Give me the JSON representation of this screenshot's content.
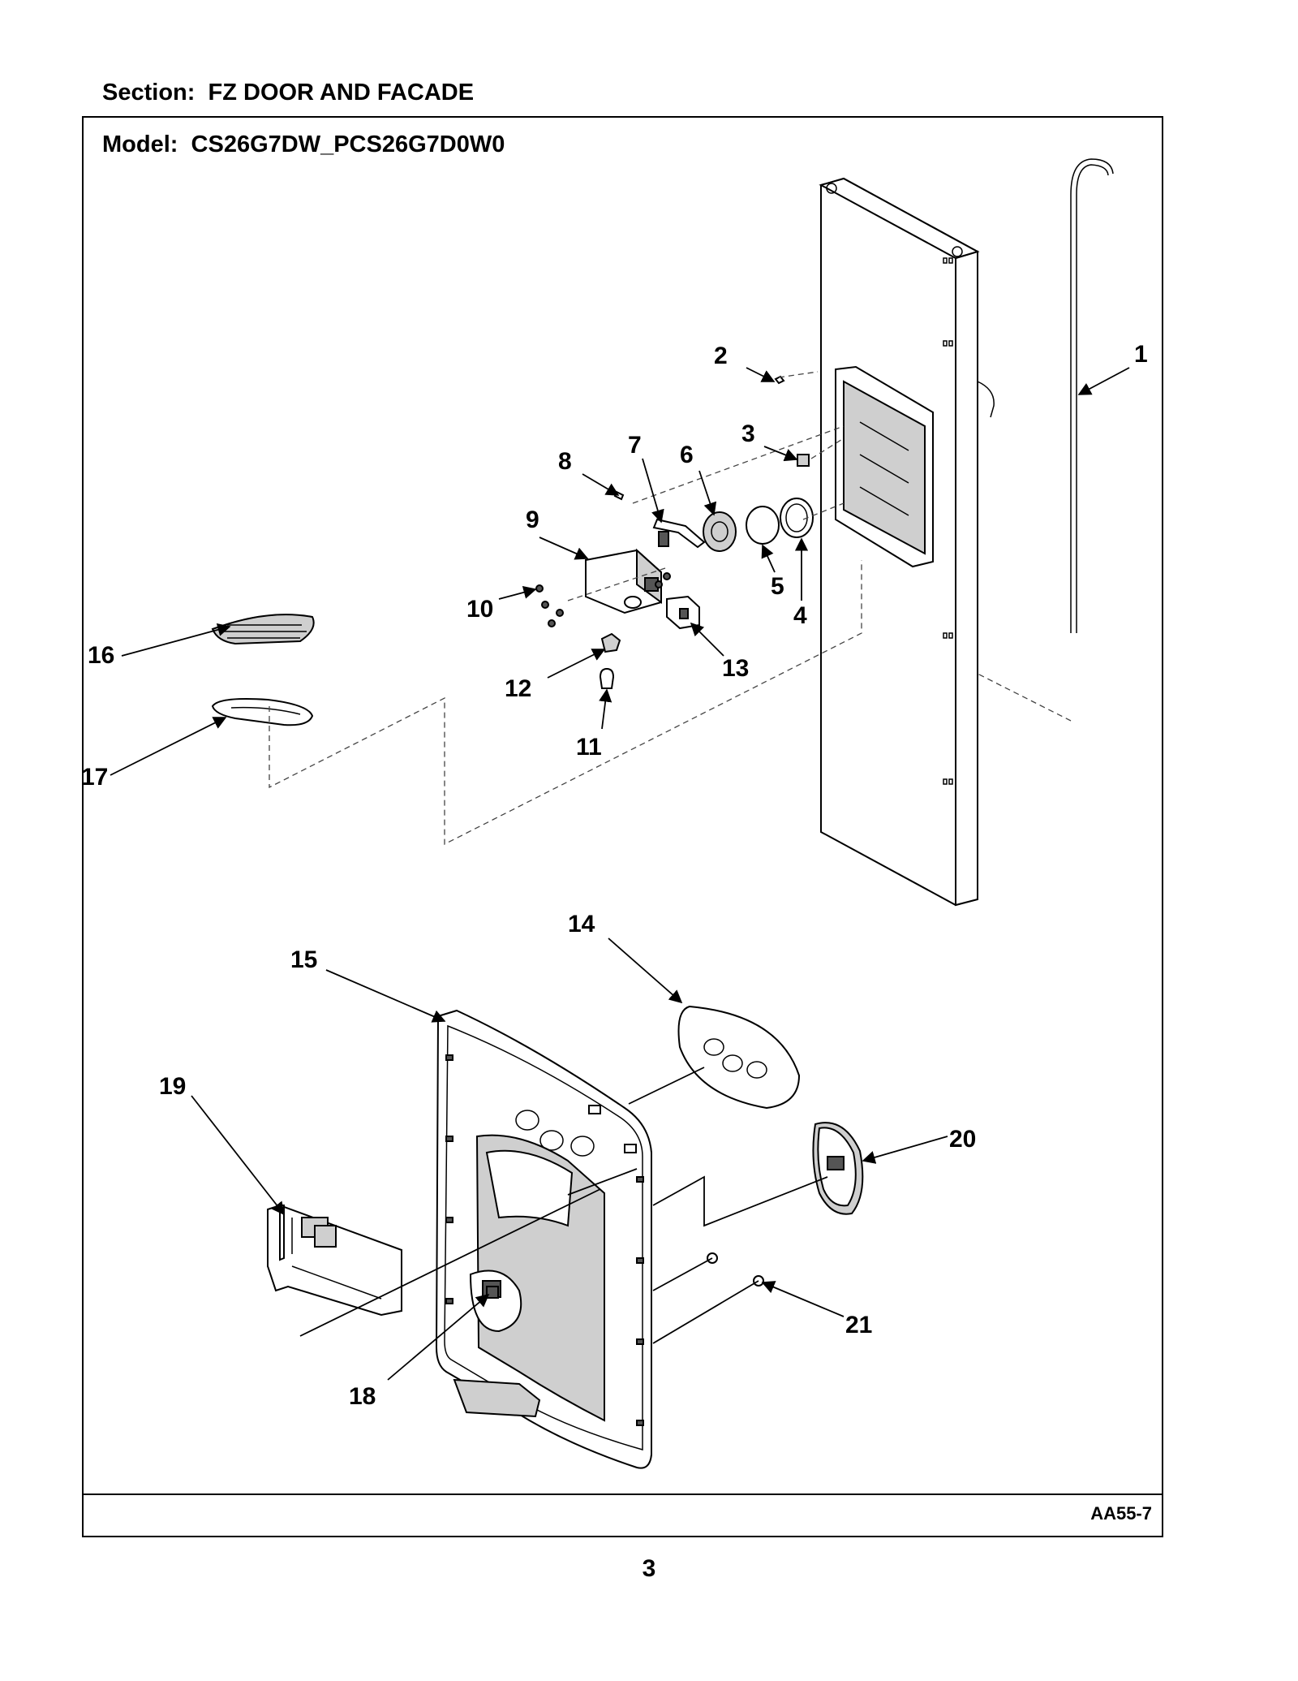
{
  "header": {
    "section_label": "Section:  FZ DOOR AND FACADE",
    "model_label": "Model:  CS26G7DW_PCS26G7D0W0"
  },
  "footer": {
    "figure_code": "AA55-7",
    "page_number": "3"
  },
  "callouts": [
    "1",
    "2",
    "3",
    "4",
    "5",
    "6",
    "7",
    "8",
    "9",
    "10",
    "11",
    "12",
    "13",
    "14",
    "15",
    "16",
    "17",
    "18",
    "19",
    "20",
    "21"
  ]
}
